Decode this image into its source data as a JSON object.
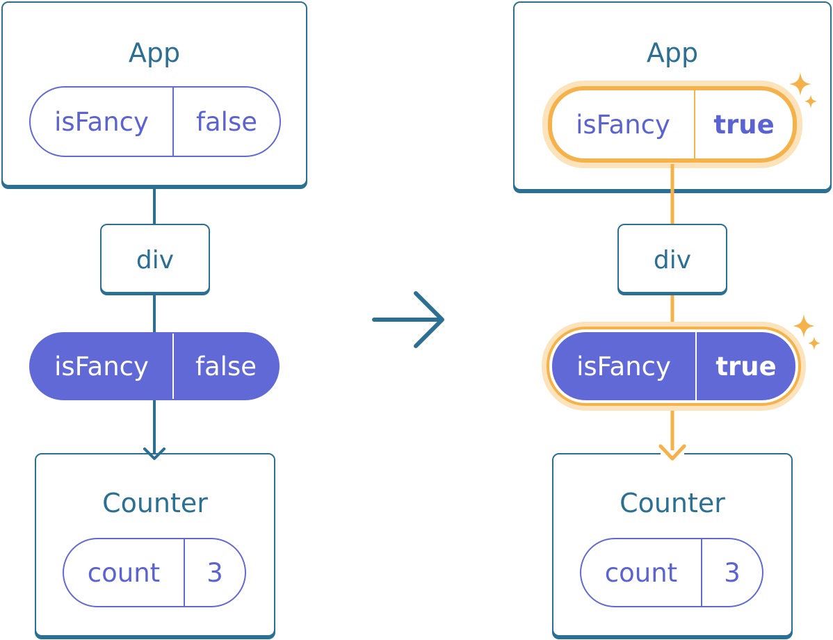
{
  "colors": {
    "teal": "#2b6f93",
    "indigo": "#6069d6",
    "orange": "#f6b24a",
    "orange_glow": "#fce3bc"
  },
  "arrow_icon": "right-arrow-icon",
  "sparkle_icon": "sparkle-icon",
  "before": {
    "app": {
      "title": "App",
      "state_name": "isFancy",
      "state_value": "false"
    },
    "div": {
      "label": "div"
    },
    "prop": {
      "name": "isFancy",
      "value": "false"
    },
    "counter": {
      "title": "Counter",
      "state_name": "count",
      "state_value": "3"
    }
  },
  "after": {
    "app": {
      "title": "App",
      "state_name": "isFancy",
      "state_value": "true"
    },
    "div": {
      "label": "div"
    },
    "prop": {
      "name": "isFancy",
      "value": "true"
    },
    "counter": {
      "title": "Counter",
      "state_name": "count",
      "state_value": "3"
    }
  }
}
